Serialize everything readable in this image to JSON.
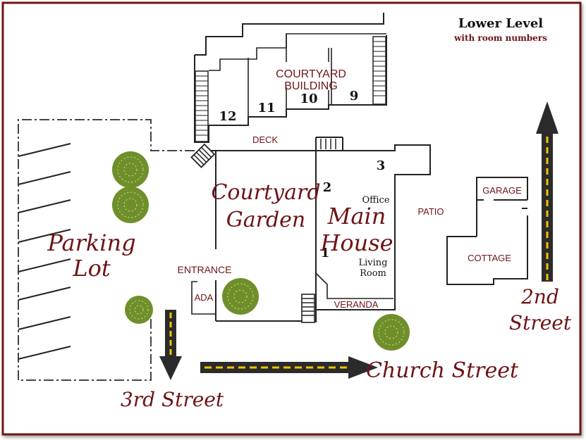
{
  "legend": {
    "title": "Lower Level",
    "subtitle": "with room numbers"
  },
  "buildings": {
    "courtyard_building": [
      "COURTYARD",
      "BUILDING"
    ],
    "main_house": [
      "Main",
      "House"
    ],
    "cottage": "COTTAGE",
    "garage": "GARAGE"
  },
  "areas": {
    "courtyard_garden": [
      "Courtyard",
      "Garden"
    ],
    "parking_lot": [
      "Parking",
      "Lot"
    ],
    "deck": "DECK",
    "patio": "PATIO",
    "entrance": "ENTRANCE",
    "ada": "ADA",
    "veranda": "VERANDA",
    "office": "Office",
    "living_room": [
      "Living",
      "Room"
    ]
  },
  "rooms": [
    "1",
    "2",
    "3",
    "9",
    "10",
    "11",
    "12"
  ],
  "streets": {
    "church": "Church Street",
    "second": [
      "2nd",
      "Street"
    ],
    "third": "3rd Street"
  },
  "colors": {
    "border": "#6e1416",
    "label_red": "#6e1416",
    "road": "#2b2b2b",
    "road_dash": "#f2c200",
    "tree": "#6f8f2a"
  }
}
